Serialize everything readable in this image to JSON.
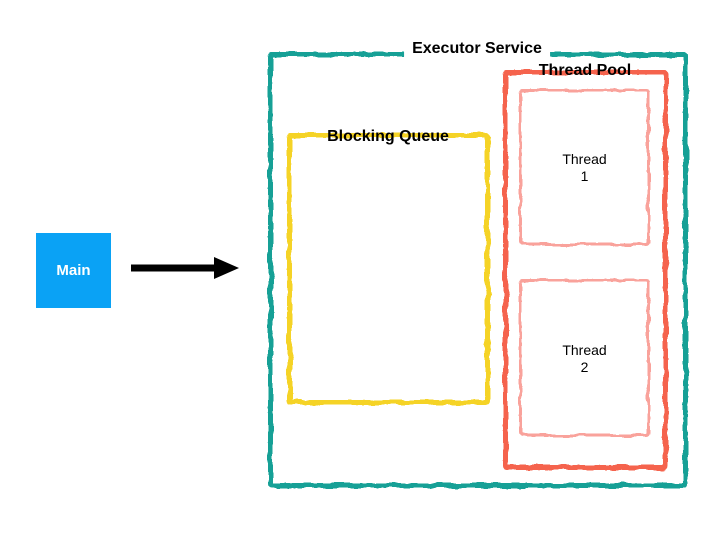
{
  "diagram": {
    "main_box": {
      "label": "Main"
    },
    "executor_service": {
      "label": "Executor Service"
    },
    "blocking_queue": {
      "label": "Blocking Queue"
    },
    "thread_pool": {
      "label": "Thread Pool",
      "threads": [
        {
          "line1": "Thread",
          "line2": "1"
        },
        {
          "line1": "Thread",
          "line2": "2"
        }
      ]
    }
  },
  "colors": {
    "background": "#FFFFFF",
    "executor-border": "#12A096",
    "thread-pool-border": "#F5644D",
    "thread-border": "#F9A29B",
    "queue-border": "#F5D327",
    "main-bg": "#0AA2F5",
    "main-text": "#FFFFFF",
    "label-text": "#000000",
    "arrow": "#000000"
  }
}
